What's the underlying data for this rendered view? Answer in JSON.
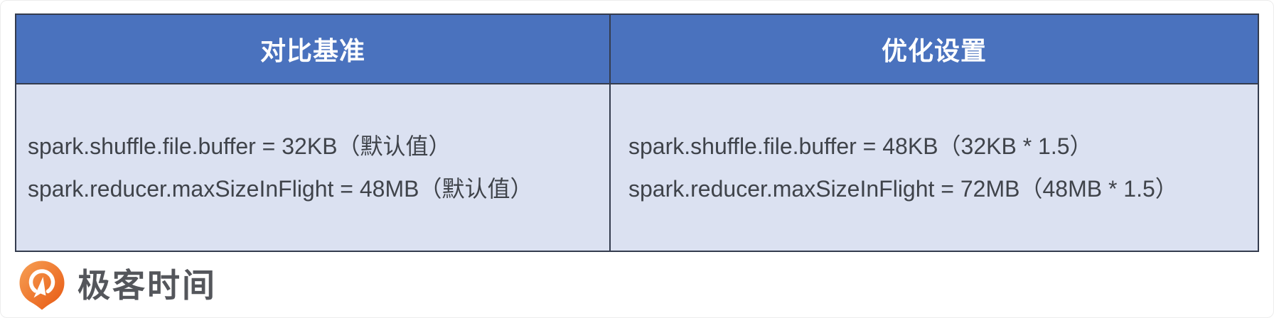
{
  "table": {
    "columns": [
      {
        "header": "对比基准",
        "lines": [
          "spark.shuffle.file.buffer = 32KB（默认值）",
          "spark.reducer.maxSizeInFlight = 48MB（默认值）"
        ]
      },
      {
        "header": "优化设置",
        "lines": [
          "spark.shuffle.file.buffer = 48KB（32KB * 1.5）",
          "spark.reducer.maxSizeInFlight = 72MB（48MB * 1.5）"
        ]
      }
    ]
  },
  "logo": {
    "text": "极客时间",
    "icon": "geektime-pin-icon"
  },
  "colors": {
    "header_bg": "#4a72be",
    "body_bg": "#dbe1f1",
    "border": "#343c4e",
    "header_text": "#ffffff",
    "body_text": "#3f434a",
    "logo_text": "#54565b",
    "logo_orange_light": "#f7a055",
    "logo_orange_dark": "#e75812"
  }
}
